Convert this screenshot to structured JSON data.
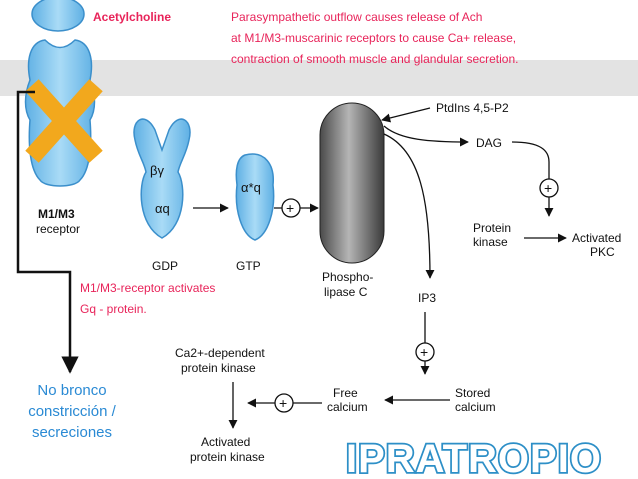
{
  "ligand": {
    "label": "Acetylcholine"
  },
  "top_note": {
    "line1": "Parasympathetic outflow causes release of Ach",
    "line2": "at M1/M3-muscarinic receptors to cause Ca+ release,",
    "line3": "contraction of smooth muscle and glandular secretion."
  },
  "receptor": {
    "line1": "M1/M3",
    "line2": "receptor"
  },
  "gprotein": {
    "beta_gamma": "βγ",
    "alpha_q": "αq",
    "alpha_star_q": "α*q",
    "gdp": "GDP",
    "gtp": "GTP"
  },
  "activation_note": {
    "line1": "M1/M3-receptor activates",
    "line2": "Gq - protein."
  },
  "plc": {
    "line1": "Phospho-",
    "line2": "lipase C"
  },
  "products": {
    "ptdins": "PtdIns 4,5-P2",
    "dag": "DAG",
    "ip3": "IP3",
    "protein_kinase_1": "Protein",
    "protein_kinase_2": "kinase",
    "activated_1": "Activated",
    "activated_2": "PKC"
  },
  "calcium": {
    "ca_kinase_1": "Ca2+-dependent",
    "ca_kinase_2": "protein kinase",
    "free_1": "Free",
    "free_2": "calcium",
    "stored_1": "Stored",
    "stored_2": "calcium",
    "activated_1": "Activated",
    "activated_2": "protein kinase"
  },
  "plus_symbol": "+",
  "blocked_note": {
    "line1": "No bronco",
    "line2": "constricción /",
    "line3": "secreciones"
  },
  "drug": {
    "name": "IPRATROPIO"
  },
  "colors": {
    "band": "#e3e3e3",
    "protein_fill": "#7ec3ec",
    "protein_stroke": "#3b8fcb",
    "cross": "#f2a81d",
    "note_red": "#e8245a",
    "note_blue": "#2a8ad4",
    "drug_outline": "#2d8fc7"
  }
}
